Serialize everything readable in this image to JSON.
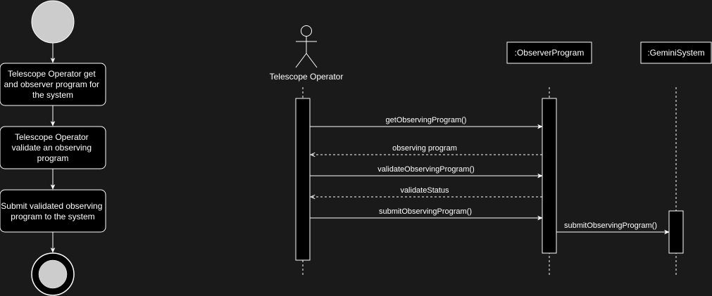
{
  "colors": {
    "background": "#1a1a1a",
    "stroke": "#ffffff",
    "node_fill": "#000000",
    "terminal_fill": "#cccccc"
  },
  "activity": {
    "start_node": "",
    "steps": [
      {
        "lines": [
          "Telescope Operator get",
          "and observer program for",
          "the system"
        ]
      },
      {
        "lines": [
          "Telescope Operator",
          "validate an observing",
          "program"
        ]
      },
      {
        "lines": [
          "Submit validated observing",
          "program to the system"
        ]
      }
    ],
    "end_node": ""
  },
  "sequence": {
    "actor": {
      "label": "Telescope Operator",
      "icon": "stick-figure-icon"
    },
    "participants": [
      {
        "label": ":ObserverProgram"
      },
      {
        "label": ":GeminiSystem"
      }
    ],
    "messages": [
      {
        "label": "getObservingProgram()",
        "type": "sync"
      },
      {
        "label": "observing program",
        "type": "return"
      },
      {
        "label": "validateObservingProgram()",
        "type": "sync"
      },
      {
        "label": "validateStatus",
        "type": "return"
      },
      {
        "label": "submitObservingProgram()",
        "type": "sync"
      },
      {
        "label": "submitObservingProgram()",
        "type": "sync"
      }
    ]
  }
}
